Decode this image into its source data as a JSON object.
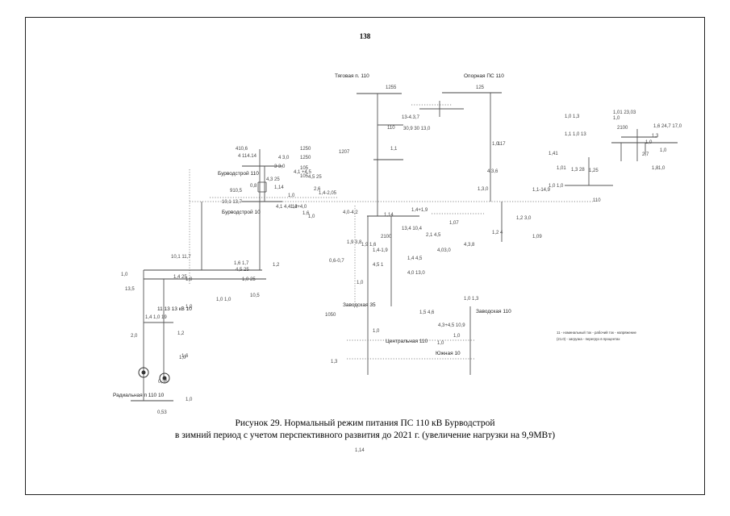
{
  "page_number": "138",
  "caption": {
    "line1": "Рисунок 29. Нормальный режим питания  ПС 110 кВ Бурводстрой",
    "line2": "в зимний период с учетом перспективного развития до 2021 г. (увеличение нагрузки на 9,9МВт)"
  },
  "legend": {
    "line1": "11 - номинальный ток   - рабочий ток   - напряжение",
    "line2": "(21.0) - загрузка  - перегруз в процентах"
  },
  "labels": [
    "Тяговая п. 110",
    "1255",
    "Опорная ПС 110",
    "125",
    "13-4.3,7",
    "30,9 30 13,0",
    "110",
    "117",
    "410,6",
    "1250",
    "4 114.14",
    "4 3,0",
    "1207",
    "1,1",
    "1250",
    "105",
    "Бурводстрой 110",
    "3 3,0",
    "910,5",
    "0,8",
    "4,1 +4,5",
    "105",
    "4,3 25",
    "10,1 13,7",
    "Бурводстрой 10",
    "4,5 25",
    "2,6",
    "1,4-2,05",
    "1,14",
    "1,0",
    "4,1 4,4 12",
    "1,4+4,0",
    "1,0",
    "1,14",
    "4,0-4,2",
    "1,6",
    "1,4+1,9",
    "1,1-14,9",
    "110",
    "1,2 3,0",
    "2,1 4,5",
    "1,07",
    "1,09",
    "1,0 1,3",
    "1,01 23,03",
    "2100",
    "1,0",
    "1,1 1,0 13",
    "1,3",
    "1,6 24,7 17,0",
    "1,0",
    "1,0",
    "1,41",
    "1,01",
    "1,3 28",
    "1,25",
    "1,0 1,0",
    "2,7",
    "1,8",
    "1,0",
    "1,0",
    "4,3,6",
    "1,3,0",
    "4,3,8",
    "1,2 4",
    "2100",
    "13,4 10,4",
    "4,03,0",
    "1,9 3,8",
    "1,4-1,9",
    "4,5 1",
    "1,0 1,0",
    "10,1 11,7",
    "1,4 25",
    "4,5 25",
    "1,6 1,7",
    "1,2",
    "1,0",
    "11 13 13 кВ 10",
    "1,4 1,0 19",
    "1,0 25",
    "10,5",
    "13,5",
    "1,0",
    "1,0",
    "2,0",
    "1,2",
    "1,0",
    "1,6",
    "Радиальная п 110 10",
    "0,36",
    "0,53",
    "Заводская 35",
    "1050",
    "0,6-0,7",
    "1,4 4,5",
    "4,0 13,0",
    "1,0 1,3",
    "Заводская 110",
    "1,0",
    "1,5 4,6",
    "4,3+4,5 10,9",
    "1,0",
    "1,3",
    "Южная 10",
    "Центральная 110",
    "1,0",
    "1,0",
    "1,9 1,6",
    "1,0",
    "1,14"
  ]
}
